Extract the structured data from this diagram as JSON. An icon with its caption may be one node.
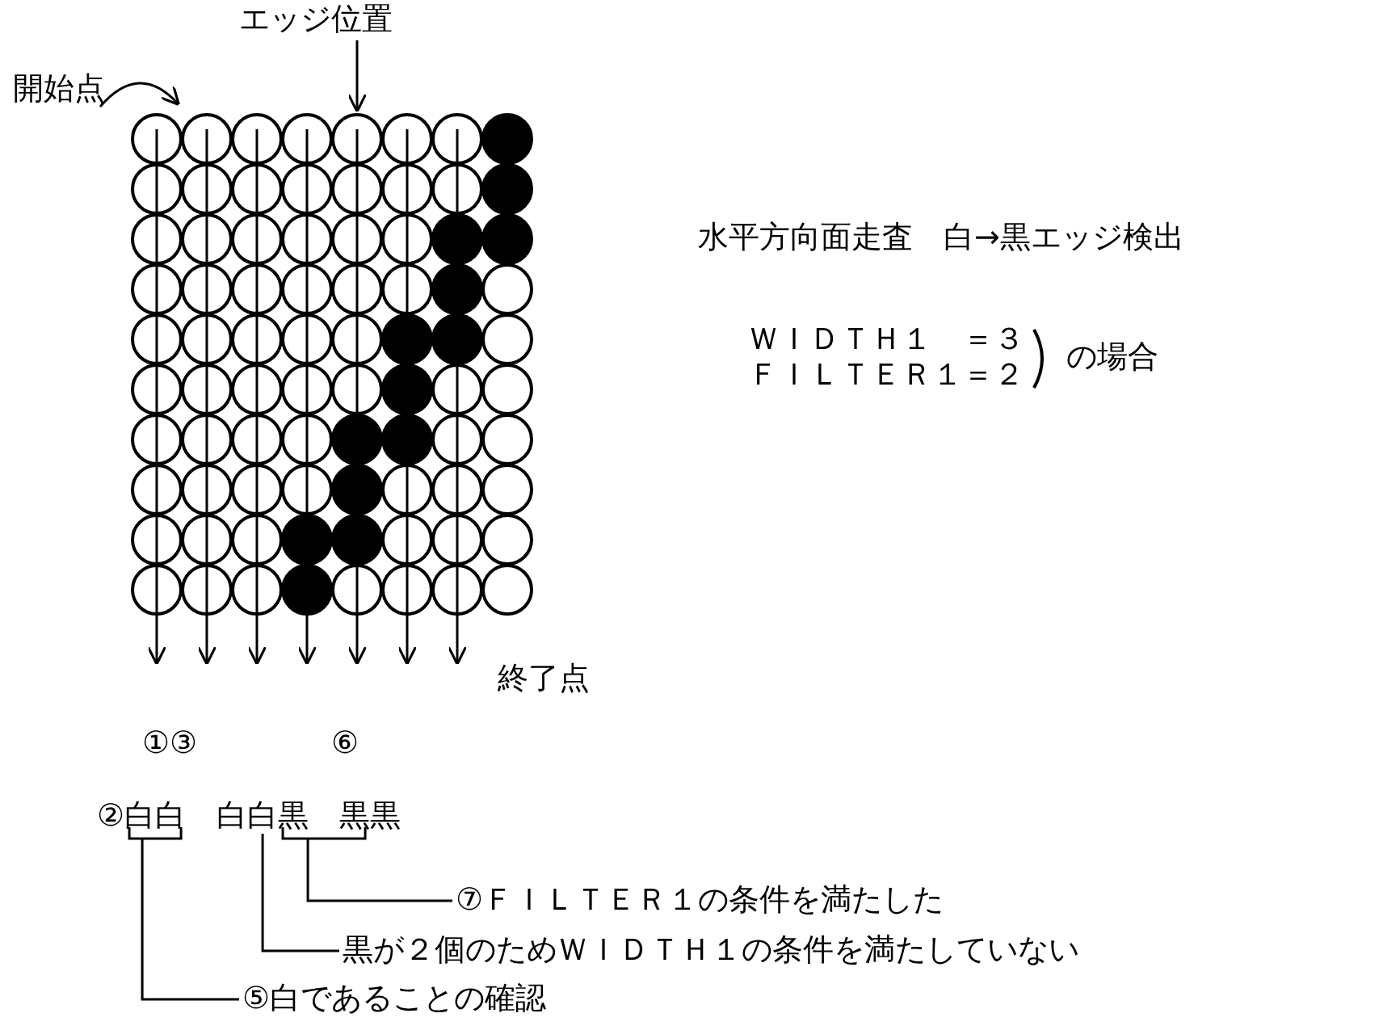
{
  "diagram": {
    "nodes": [
      {
        "text": [
          "エッジ位置"
        ]
      },
      {
        "text": [
          "⑦ＦＩＬＴＥＲ１の条件を満たした"
        ]
      },
      {
        "text": [
          "黒が２個のためＷＩＤＴＨ１の条件を満たしていない"
        ]
      },
      {
        "text": [
          "⑤白であることの確認"
        ]
      },
      {
        "text": [
          "②白白　白白黒　黒黒"
        ]
      }
    ],
    "edges": [
      {
        "from": 0,
        "to": null,
        "arrow": "to"
      },
      {
        "from": 1,
        "to": 4,
        "arrow": "none"
      },
      {
        "from": 2,
        "to": 4,
        "arrow": "none"
      },
      {
        "from": 3,
        "to": 4,
        "arrow": "none"
      }
    ],
    "labels": [
      "開始点",
      "水平方向面走査　白→黒エッジ検出",
      "ＷＩＤＴＨ１　＝３",
      "ＦＩＬＴＥＲ１＝２",
      "の場合",
      "終了点",
      "①③",
      "⑥"
    ]
  }
}
